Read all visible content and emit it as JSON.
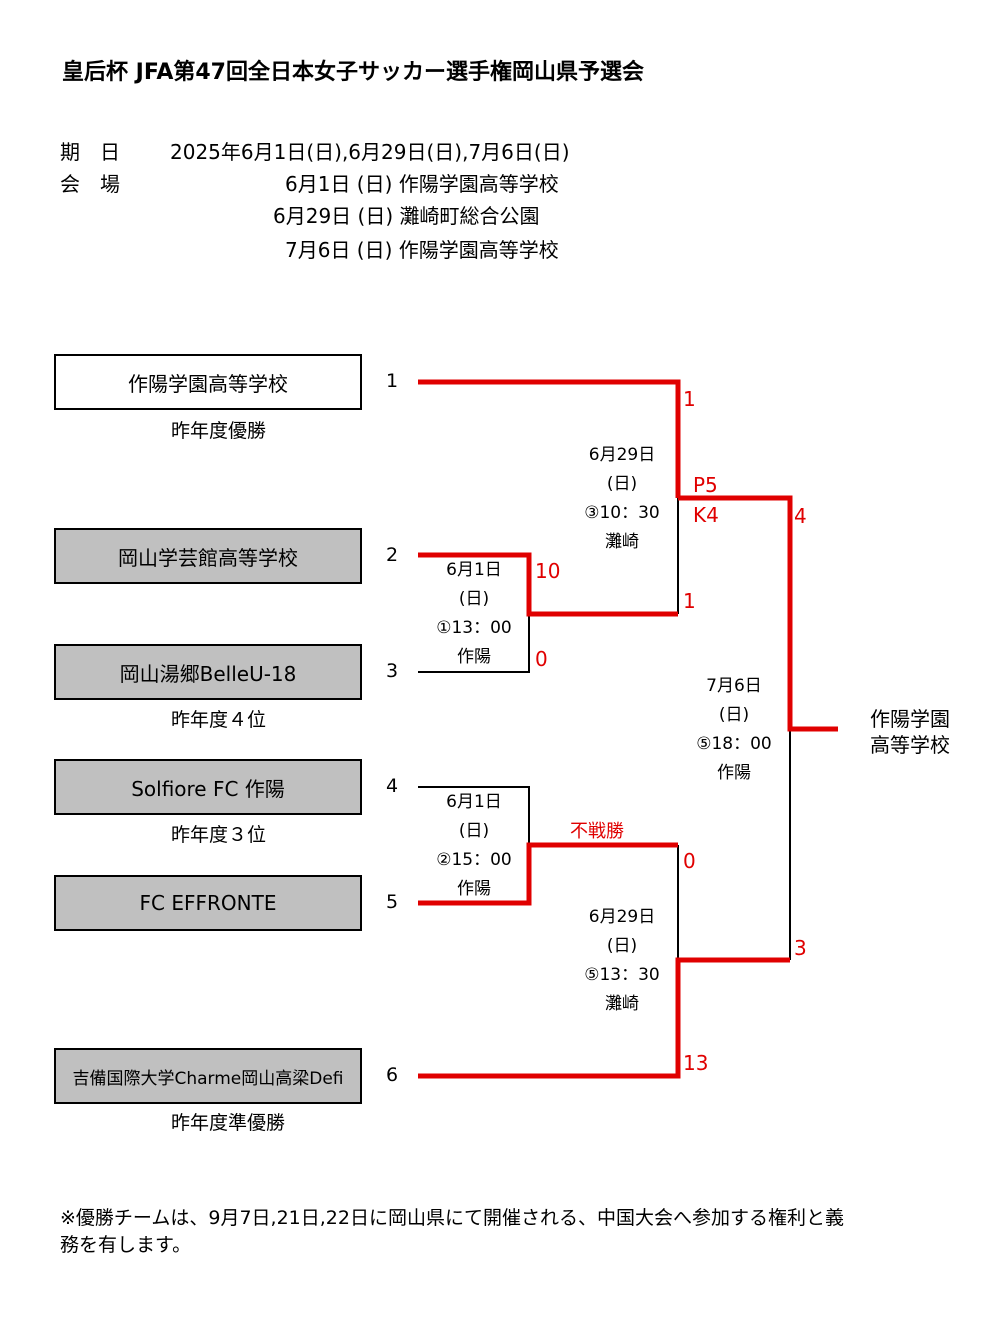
{
  "title": "皇后杯 JFA第47回全日本女子サッカー選手権岡山県予選会",
  "schedule": {
    "date_label": "期　日",
    "date_value": "2025年6月1日(日),6月29日(日),7月6日(日)",
    "venue_label": "会　場",
    "venues": [
      "6月1日 (日) 作陽学園高等学校",
      "6月29日 (日) 灘崎町総合公園",
      "7月6日 (日) 作陽学園高等学校"
    ]
  },
  "teams": [
    {
      "seed": "1",
      "name": "作陽学園高等学校",
      "note": "昨年度優勝"
    },
    {
      "seed": "2",
      "name": "岡山学芸館高等学校",
      "note": ""
    },
    {
      "seed": "3",
      "name": "岡山湯郷BelleU-18",
      "note": "昨年度４位"
    },
    {
      "seed": "4",
      "name": "Solfiore FC 作陽",
      "note": "昨年度３位"
    },
    {
      "seed": "5",
      "name": "FC EFFRONTE",
      "note": ""
    },
    {
      "seed": "6",
      "name": "吉備国際大学Charme岡山高梁Defi",
      "note": "昨年度準優勝"
    }
  ],
  "matches": {
    "m1": {
      "date": "6月1日",
      "day": "(日)",
      "time": "①13：00",
      "venue": "作陽"
    },
    "m2": {
      "date": "6月1日",
      "day": "(日)",
      "time": "②15：00",
      "venue": "作陽"
    },
    "m3": {
      "date": "6月29日",
      "day": "(日)",
      "time": "③10：30",
      "venue": "灘崎"
    },
    "m4": {
      "date": "6月29日",
      "day": "(日)",
      "time": "⑤13：30",
      "venue": "灘崎"
    },
    "final": {
      "date": "7月6日",
      "day": "(日)",
      "time": "⑤18：00",
      "venue": "作陽"
    }
  },
  "scores": {
    "m1_top": "10",
    "m1_bottom": "0",
    "m2_note": "不戦勝",
    "m3_top": "1",
    "m3_bottom": "1",
    "m3_pk_top": "P5",
    "m3_pk_bottom": "K4",
    "m4_top": "0",
    "m4_bottom": "13",
    "final_top": "4",
    "final_bottom": "3"
  },
  "champion": {
    "line1": "作陽学園",
    "line2": "高等学校"
  },
  "footnote": "※優勝チームは、9月7日,21日,22日に岡山県にて開催される、中国大会へ参加する権利と義務を有します。",
  "colors": {
    "winner_line": "#e00000",
    "team_box_gray": "#c0c0c0"
  }
}
